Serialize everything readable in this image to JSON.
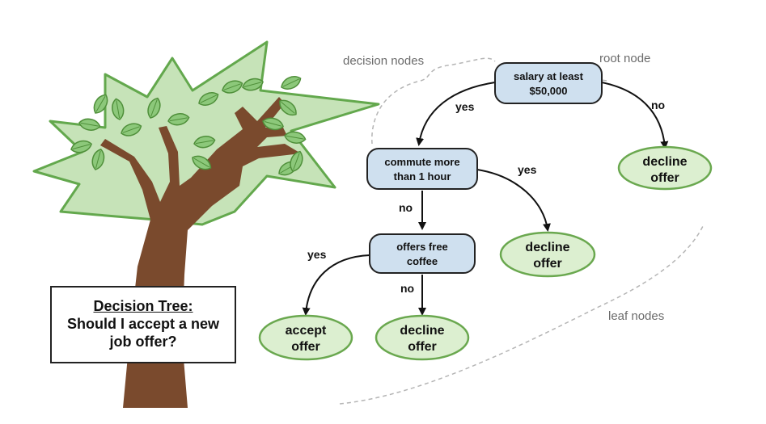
{
  "title": {
    "heading": "Decision Tree:",
    "question": [
      "Should I accept a new",
      "job offer?"
    ]
  },
  "callouts": {
    "root": "root node",
    "decision": "decision nodes",
    "leaf": "leaf nodes"
  },
  "nodes": {
    "root": [
      "salary at least",
      "$50,000"
    ],
    "commute": [
      "commute more",
      "than 1 hour"
    ],
    "coffee": [
      "offers free",
      "coffee"
    ]
  },
  "leaves": {
    "decline_root": [
      "decline",
      "offer"
    ],
    "decline_commute": [
      "decline",
      "offer"
    ],
    "accept_coffee": [
      "accept",
      "offer"
    ],
    "decline_coffee": [
      "decline",
      "offer"
    ]
  },
  "edges": {
    "root_yes": "yes",
    "root_no": "no",
    "commute_yes": "yes",
    "commute_no": "no",
    "coffee_yes": "yes",
    "coffee_no": "no"
  },
  "colors": {
    "decision_fill": "#cfe0ef",
    "leaf_fill": "#dcefd0",
    "leaf_stroke": "#6aa84f",
    "foliage_fill": "#c6e3b8",
    "foliage_stroke": "#63a84d",
    "trunk": "#7a4a2d",
    "leaf_green": "#8cc87a"
  }
}
